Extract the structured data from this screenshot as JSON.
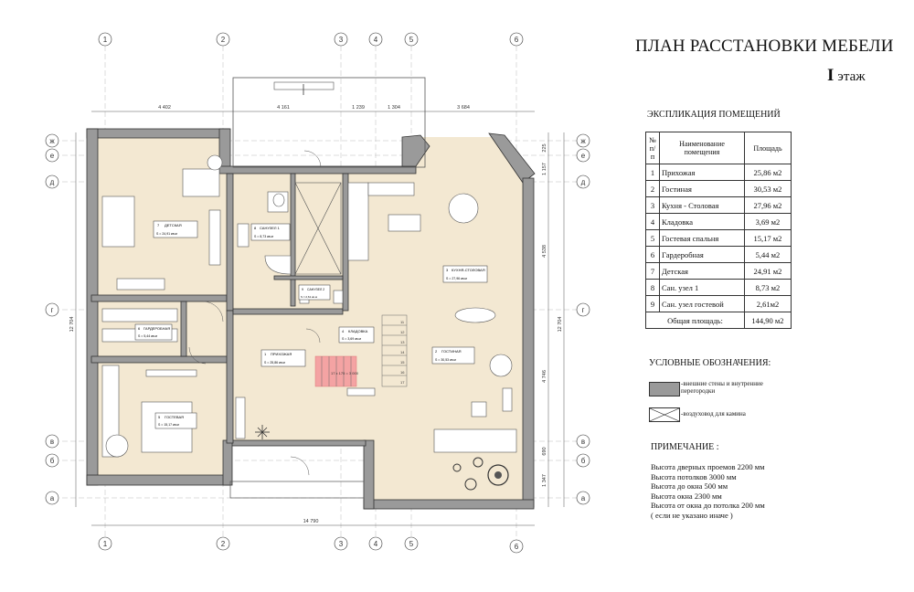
{
  "header": {
    "title": "ПЛАН РАССТАНОВКИ МЕБЕЛИ",
    "floor_num": "I",
    "floor_label": "этаж"
  },
  "explication": {
    "title": "ЭКСПЛИКАЦИЯ ПОМЕЩЕНИЙ",
    "col_num": "№ п/п",
    "col_name": "Наименование помещения",
    "col_area": "Площадь",
    "rows": [
      {
        "n": "1",
        "name": "Прихожая",
        "area": "25,86 м2"
      },
      {
        "n": "2",
        "name": "Гостиная",
        "area": "30,53 м2"
      },
      {
        "n": "3",
        "name": "Кухня - Столовая",
        "area": "27,96 м2"
      },
      {
        "n": "4",
        "name": "Кладовка",
        "area": "3,69 м2"
      },
      {
        "n": "5",
        "name": "Гостевая спальня",
        "area": "15,17 м2"
      },
      {
        "n": "6",
        "name": "Гардеробная",
        "area": "5,44 м2"
      },
      {
        "n": "7",
        "name": "Детская",
        "area": "24,91 м2"
      },
      {
        "n": "8",
        "name": "Сан. узел 1",
        "area": "8,73 м2"
      },
      {
        "n": "9",
        "name": "Сан. узел гостевой",
        "area": "2,61м2"
      }
    ],
    "total_label": "Общая площадь:",
    "total_value": "144,90 м2"
  },
  "legend": {
    "title": "УСЛОВНЫЕ ОБОЗНАЧЕНИЯ:",
    "walls": "-внешние стены и внутренние перегородки",
    "duct": "-воздуховод для камина"
  },
  "notes": {
    "title": "ПРИМЕЧАНИЕ :",
    "lines": [
      "Высота дверных проемов 2200 мм",
      "Высота потолков 3000 мм",
      "Высота до окна 500 мм",
      "Высота окна 2300 мм",
      "Высота от окна до потолка 200 мм",
      "( если не указано иначе )"
    ]
  },
  "plan": {
    "axes_v": [
      "1",
      "2",
      "3",
      "4",
      "5",
      "6"
    ],
    "axes_h": [
      "ж",
      "е",
      "д",
      "г",
      "в",
      "б",
      "а"
    ],
    "dims_top": [
      "4 402",
      "4 161",
      "1 239",
      "1 304",
      "3 684"
    ],
    "dim_bottom": "14 790",
    "dim_left": "12 704",
    "dim_right_total": "12 704",
    "dims_right": [
      "225",
      "1 157",
      "4 538",
      "4 746",
      "690",
      "1 347"
    ],
    "rooms": [
      {
        "num": "7",
        "name": "ДЕТСКАЯ",
        "area": "S = 24,91 кв.м"
      },
      {
        "num": "8",
        "name": "САНУЗЕЛ 1",
        "area": "S = 8,73 кв.м"
      },
      {
        "num": "9",
        "name": "САНУЗЕЛ 2",
        "area": "S = 2,61 кв.м"
      },
      {
        "num": "3",
        "name": "КУХНЯ-СТОЛОВАЯ",
        "area": "S = 27,96 кв.м"
      },
      {
        "num": "6",
        "name": "ГАРДЕРОБНАЯ",
        "area": "S = 5,44 кв.м"
      },
      {
        "num": "4",
        "name": "КЛАДОВКА",
        "area": "S = 3,69 кв.м"
      },
      {
        "num": "1",
        "name": "ПРИХОЖАЯ",
        "area": "S = 25,86 кв.м"
      },
      {
        "num": "2",
        "name": "ГОСТИНАЯ",
        "area": "S = 30,53 кв.м"
      },
      {
        "num": "5",
        "name": "ГОСТЕВАЯ",
        "area": "S = 15,17 кв.м"
      }
    ],
    "stair_note": "17 х 175 = 3 000",
    "stair_steps": [
      "11",
      "12",
      "13",
      "14",
      "15",
      "16",
      "17"
    ]
  },
  "colors": {
    "floor": "#f3e8d2",
    "wall": "#9a9a9a",
    "stair_highlight": "#f4a3a3"
  }
}
